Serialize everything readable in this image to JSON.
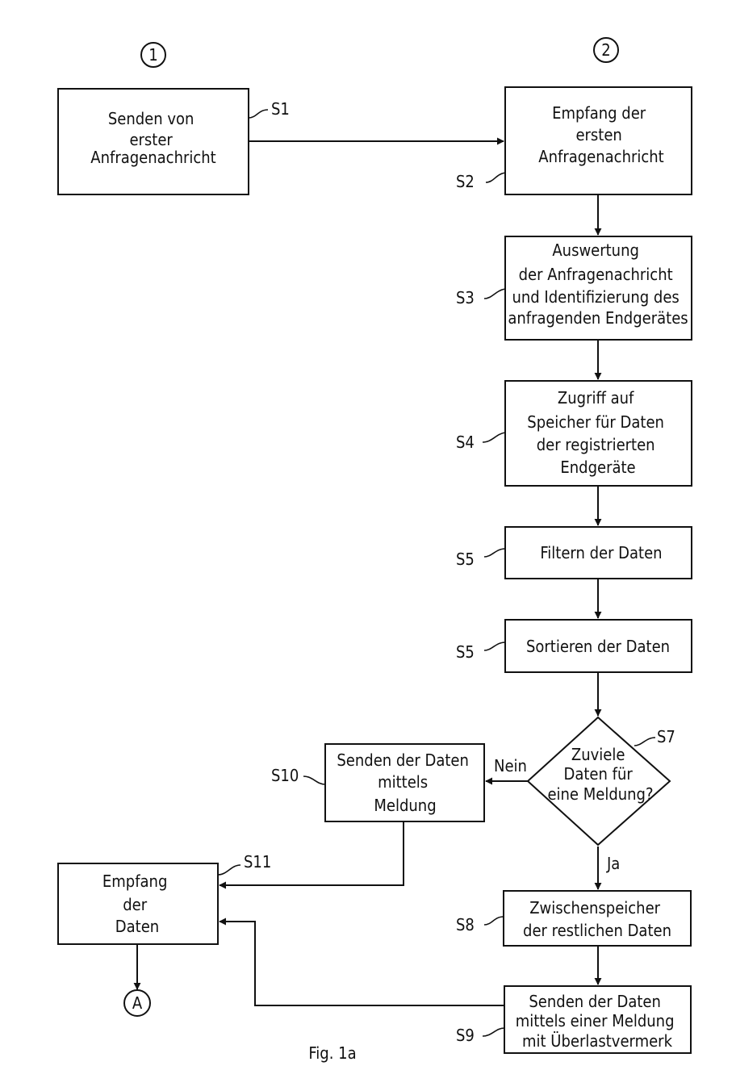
{
  "lanes": {
    "left": "1",
    "right": "2"
  },
  "steps": {
    "s1": {
      "label": "S1",
      "lines": [
        "Senden von",
        "erster",
        "Anfragenachricht"
      ]
    },
    "s2": {
      "label": "S2",
      "lines": [
        "Empfang der",
        "ersten",
        "Anfragenachricht"
      ]
    },
    "s3": {
      "label": "S3",
      "lines": [
        "Auswertung",
        "der Anfragenachricht",
        "und Identifizierung des",
        "anfragenden Endgerätes"
      ]
    },
    "s4": {
      "label": "S4",
      "lines": [
        "Zugriff auf",
        "Speicher für Daten",
        "der registrierten",
        "Endgeräte"
      ]
    },
    "s5": {
      "label": "S5",
      "lines": [
        "Filtern der Daten"
      ]
    },
    "s6": {
      "label": "S5",
      "lines": [
        "Sortieren der Daten"
      ]
    },
    "s7": {
      "label": "S7",
      "lines": [
        "Zuviele",
        "Daten für",
        "eine Meldung?"
      ]
    },
    "s8": {
      "label": "S8",
      "lines": [
        "Zwischenspeicher",
        "der restlichen Daten"
      ]
    },
    "s9": {
      "label": "S9",
      "lines": [
        "Senden der Daten",
        "mittels einer Meldung",
        "mit Überlastvermerk"
      ]
    },
    "s10": {
      "label": "S10",
      "lines": [
        "Senden der Daten",
        "mittels",
        "Meldung"
      ]
    },
    "s11": {
      "label": "S11",
      "lines": [
        "Empfang",
        "der",
        "Daten"
      ]
    }
  },
  "branches": {
    "no": "Nein",
    "yes": "Ja"
  },
  "connector": "A",
  "caption": "Fig. 1a"
}
